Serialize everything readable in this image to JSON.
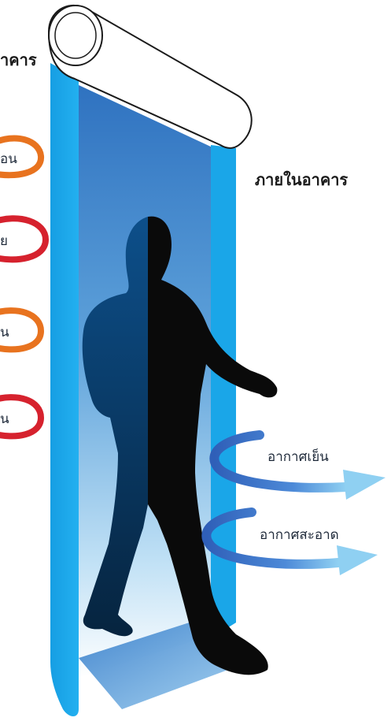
{
  "labels": {
    "outside_partial": "าคาร",
    "inside": "ภายในอาคาร",
    "cool_air": "อากาศเย็น",
    "clean_air": "อากาศสะอาด",
    "left_ring_1": "อน",
    "left_ring_2": "ย",
    "left_ring_3": "น",
    "left_ring_4": "น"
  },
  "colors": {
    "curtain_blue": "#1aa6e8",
    "interior_blue": "#2f7fc9",
    "orange_ring": "#e8731f",
    "red_ring": "#d6222e",
    "flow_arrow": "#3f7fd0",
    "silhouette": "#0a0a0a"
  },
  "icons": {
    "air_curtain": "air-curtain-unit-icon",
    "person": "walking-person-silhouette-icon",
    "flow_arrow": "curved-arrow-icon"
  }
}
